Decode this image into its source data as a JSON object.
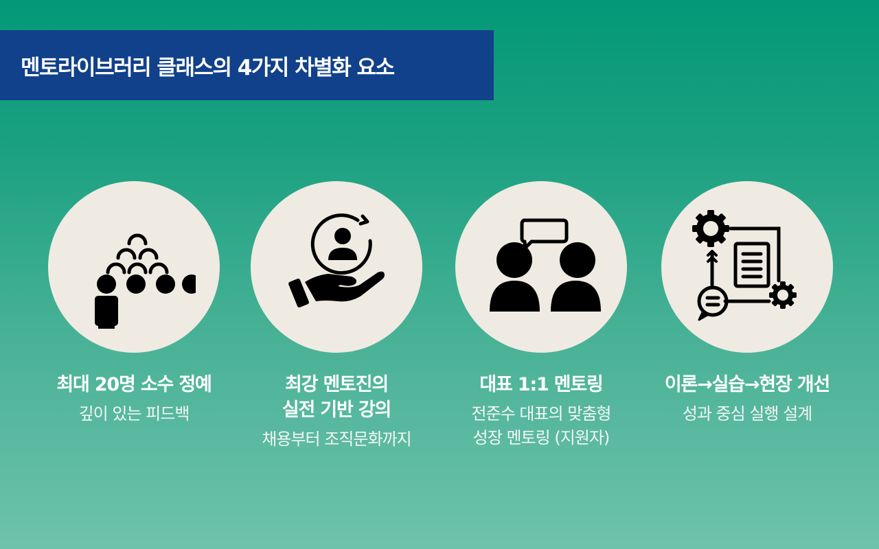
{
  "banner": {
    "title": "멘토라이브러리 클래스의 4가지 차별화 요소",
    "background": "#11418a"
  },
  "theme": {
    "gradient_top": "#039877",
    "gradient_bottom": "#6ec2ab",
    "circle_fill": "#efebe2",
    "icon_color": "#000000",
    "text_color": "#ffffff"
  },
  "features": [
    {
      "icon": "group-people-icon",
      "title_lines": [
        "최대 20명 소수 정예"
      ],
      "sub_lines": [
        "깊이 있는 피드백"
      ]
    },
    {
      "icon": "hand-holding-person-cycle-icon",
      "title_lines": [
        "최강 멘토진의",
        "실전 기반 강의"
      ],
      "sub_lines": [
        "채용부터 조직문화까지"
      ]
    },
    {
      "icon": "two-people-chat-icon",
      "title_lines": [
        "대표 1:1 멘토링"
      ],
      "sub_lines": [
        "전준수 대표의 맞춤형",
        "성장 멘토링 (지원자)"
      ]
    },
    {
      "icon": "process-workflow-gears-icon",
      "title_lines": [
        "이론→실습→현장 개선"
      ],
      "sub_lines": [
        "성과 중심 실행 설계"
      ]
    }
  ]
}
